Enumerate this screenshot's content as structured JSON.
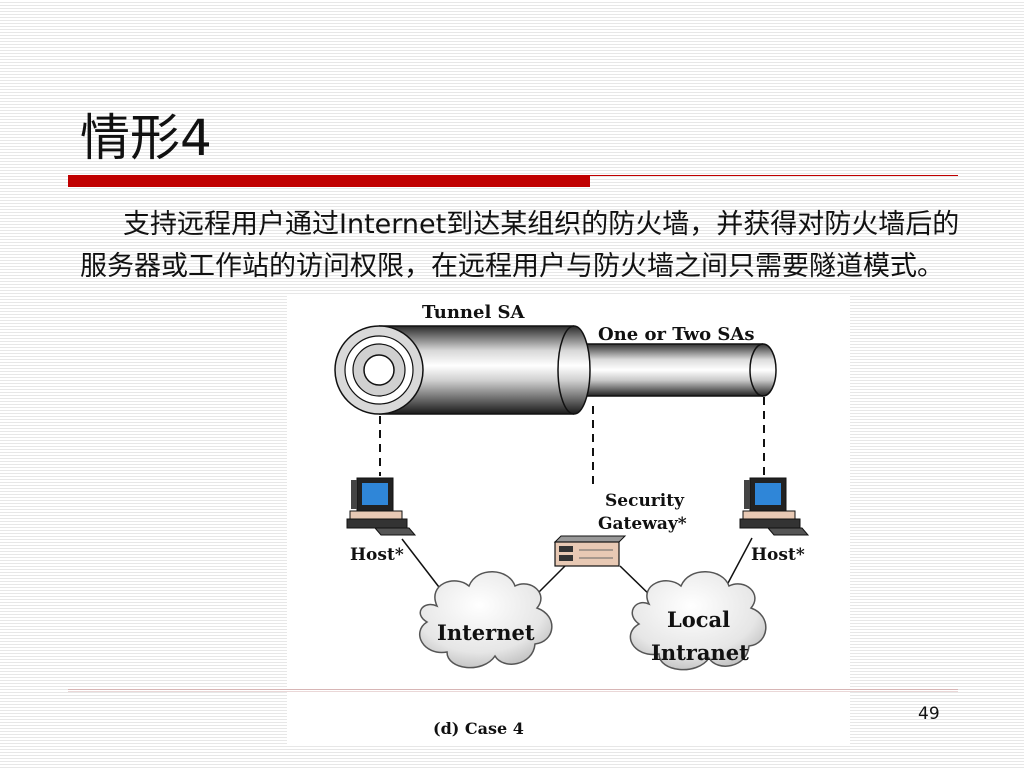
{
  "slide": {
    "title": "情形4",
    "paragraph": "支持远程用户通过Internet到达某组织的防火墙，并获得对防火墙后的服务器或工作站的访问权限，在远程用户与防火墙之间只需要隧道模式。",
    "page_number": "49"
  },
  "figure": {
    "tunnel_sa_label": "Tunnel SA",
    "inner_sa_label": "One or Two SAs",
    "security_gateway_label_line1": "Security",
    "security_gateway_label_line2": "Gateway*",
    "host_left_label": "Host*",
    "host_right_label": "Host*",
    "internet_label": "Internet",
    "local_intranet_line1": "Local",
    "local_intranet_line2": "Intranet",
    "caption": "(d) Case 4"
  },
  "colors": {
    "accent_red": "#c00000",
    "monitor_screen": "#2f86d8",
    "gateway_body": "#e8c9b4"
  }
}
